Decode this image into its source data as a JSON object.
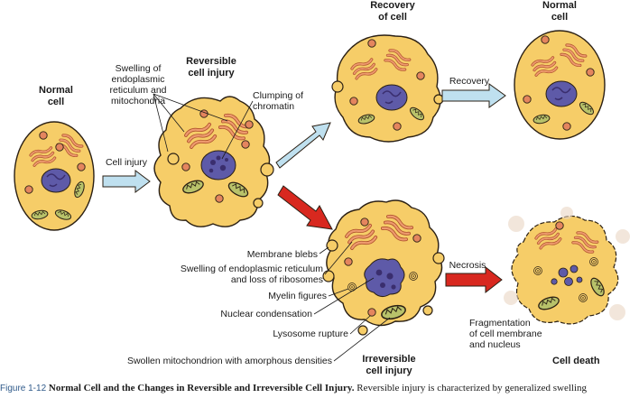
{
  "colors": {
    "cytoplasm": "#f6cd68",
    "membrane": "#2b2014",
    "er": "#e98a5c",
    "granule": "#e4855e",
    "nucleus": "#5e5aa8",
    "chromatin": "#3a2e6e",
    "mitochondrion": "#b8c26a",
    "arrow_blue": "#bfe0ef",
    "arrow_red": "#d8281f",
    "caption_blue": "#2f5a8a"
  },
  "labels": {
    "normal_cell": "Normal\ncell",
    "cell_injury": "Cell injury",
    "swelling_er_mito": "Swelling of\nendoplasmic\nreticulum and\nmitochondria",
    "reversible_injury": "Reversible\ncell injury",
    "clumping_chromatin": "Clumping of\nchromatin",
    "recovery_of_cell": "Recovery\nof cell",
    "recovery": "Recovery",
    "normal_cell_right": "Normal\ncell",
    "membrane_blebs": "Membrane blebs",
    "swelling_er_ribosomes": "Swelling of endoplasmic reticulum\nand loss of ribosomes",
    "myelin_figures": "Myelin figures",
    "nuclear_condensation": "Nuclear condensation",
    "lysosome_rupture": "Lysosome rupture",
    "swollen_mito": "Swollen mitochondrion with amorphous densities",
    "irreversible_injury": "Irreversible\ncell injury",
    "necrosis": "Necrosis",
    "fragmentation": "Fragmentation\nof cell membrane\nand nucleus",
    "cell_death": "Cell death"
  },
  "caption": {
    "figure_number": "Figure 1-12",
    "title": "Normal Cell and the Changes in Reversible and Irreversible Cell Injury.",
    "text": "Reversible injury is characterized by generalized swelling"
  }
}
